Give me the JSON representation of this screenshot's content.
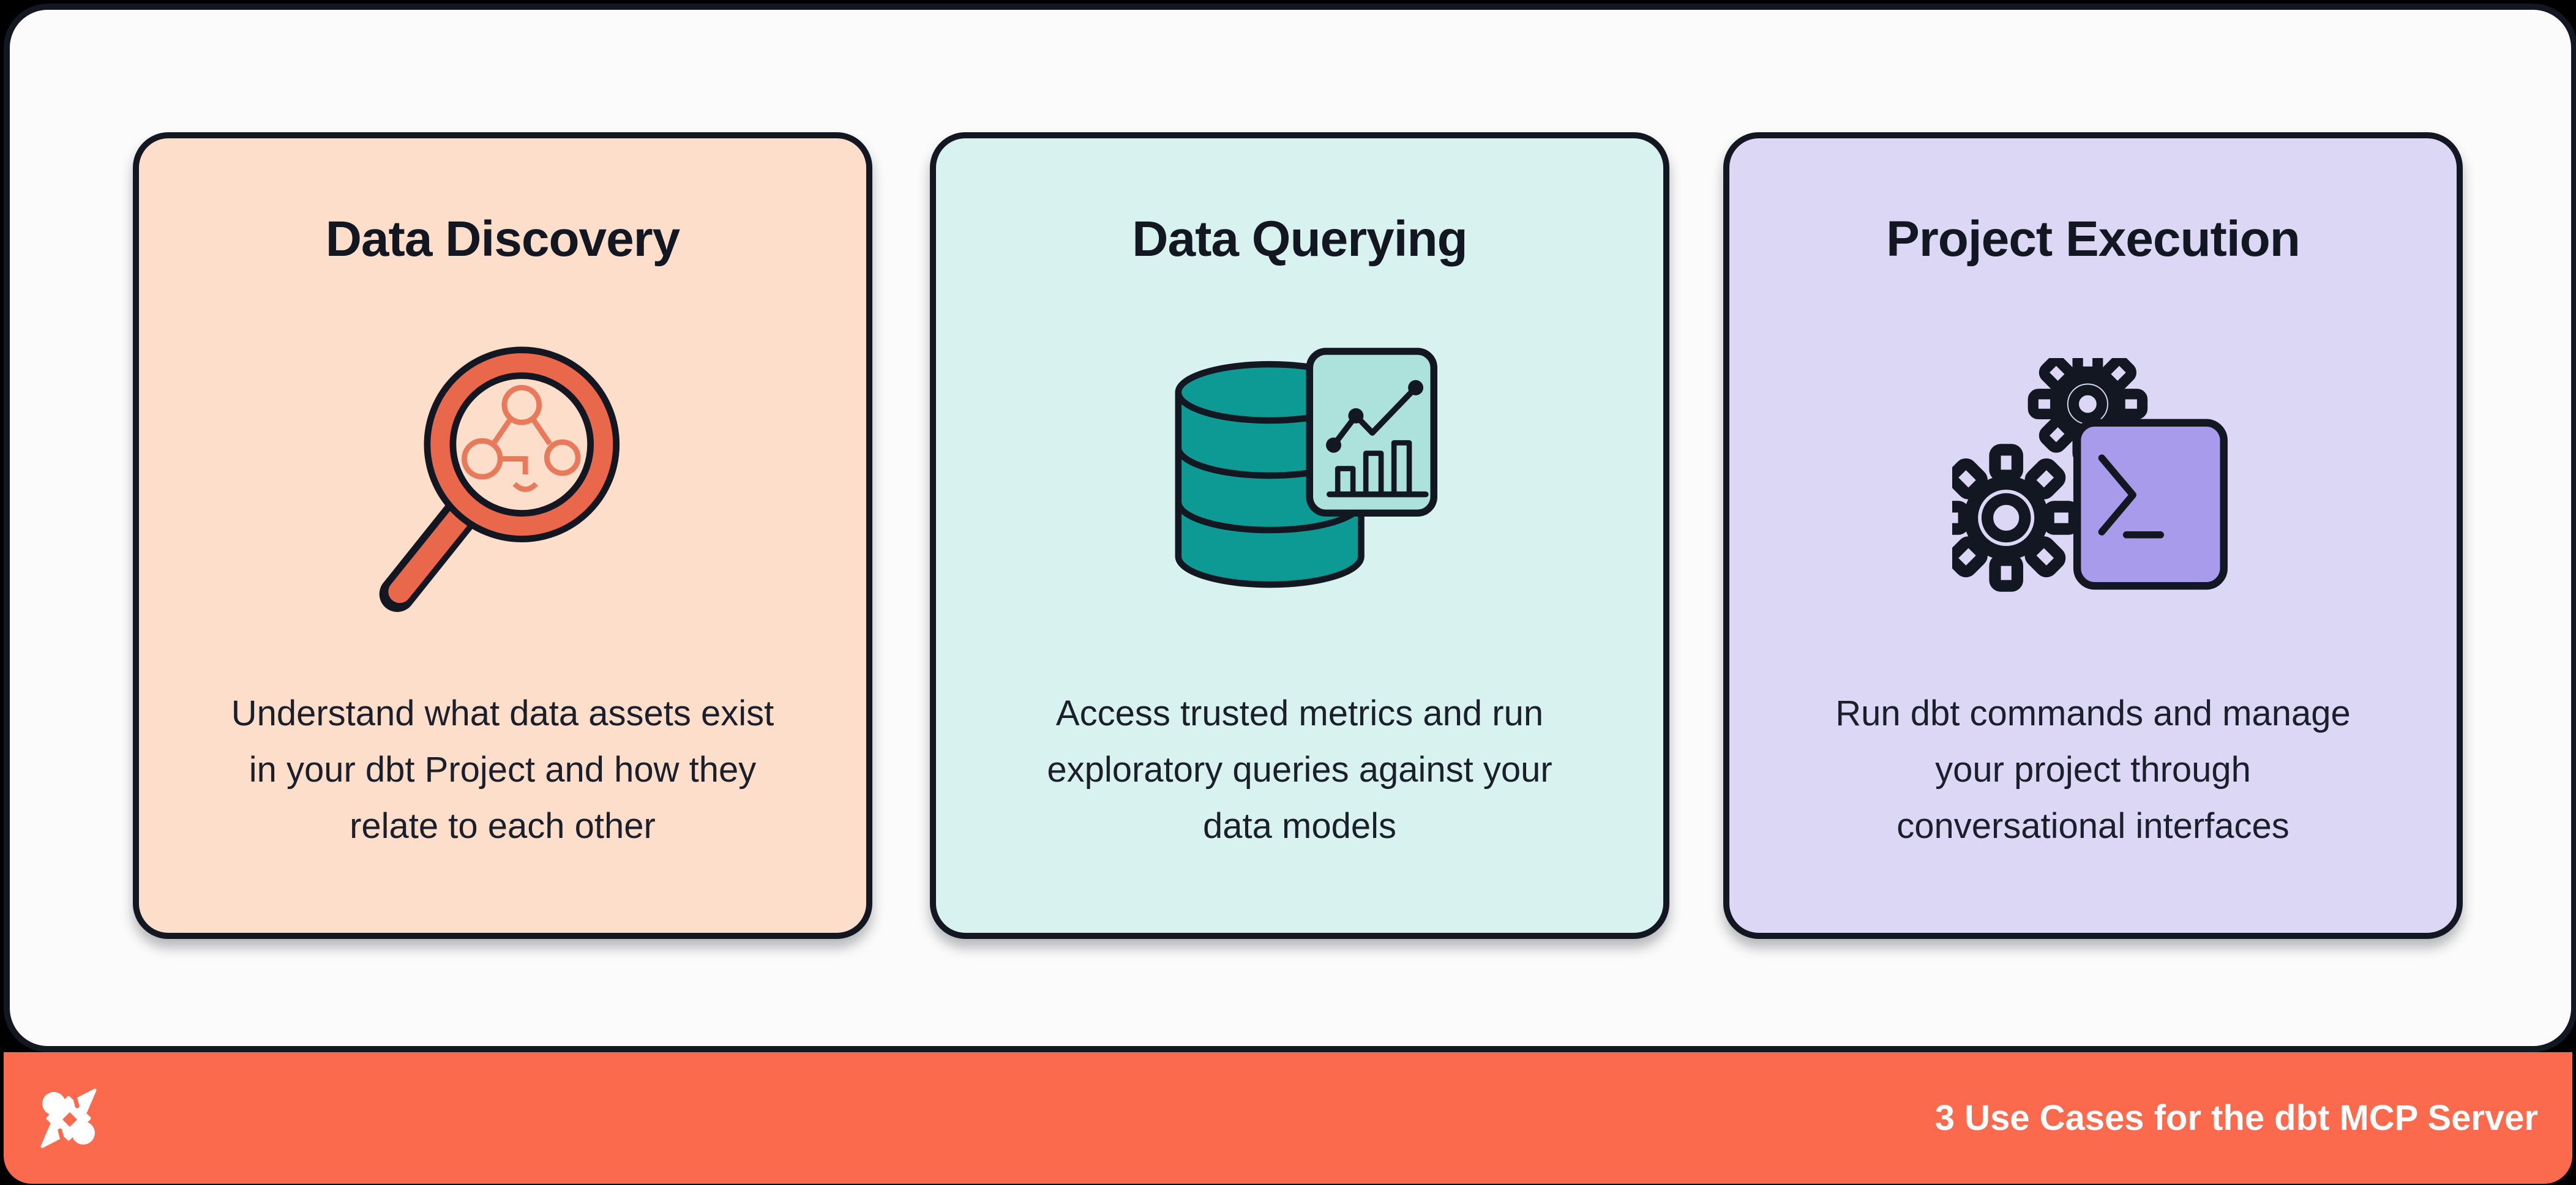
{
  "colors": {
    "background": "#000000",
    "panel_bg": "#FBFBFB",
    "outline_navy": "#131722",
    "footer_orange": "#FB6A4D",
    "card_peach": "#FCDECA",
    "card_mint": "#D8F3EF",
    "card_lavender": "#DBD7F4",
    "accent_coral": "#E9684B",
    "accent_teal": "#0D9A94",
    "accent_teal_light": "#ACE2DB",
    "accent_purple": "#A89BEB"
  },
  "cards": [
    {
      "title": "Data Discovery",
      "icon": "magnifier-lineage-icon",
      "description_lines": [
        "Understand what data assets exist",
        "in your dbt Project and how they",
        "relate to each other"
      ]
    },
    {
      "title": "Data Querying",
      "icon": "database-chart-icon",
      "description_lines": [
        "Access trusted metrics and run",
        "exploratory queries against your",
        "data models"
      ]
    },
    {
      "title": "Project Execution",
      "icon": "gears-terminal-icon",
      "description_lines": [
        "Run dbt commands and manage",
        "your project through",
        "conversational interfaces"
      ]
    }
  ],
  "footer": {
    "logo": "dbt-logo",
    "title": "3 Use Cases for the dbt MCP Server"
  }
}
